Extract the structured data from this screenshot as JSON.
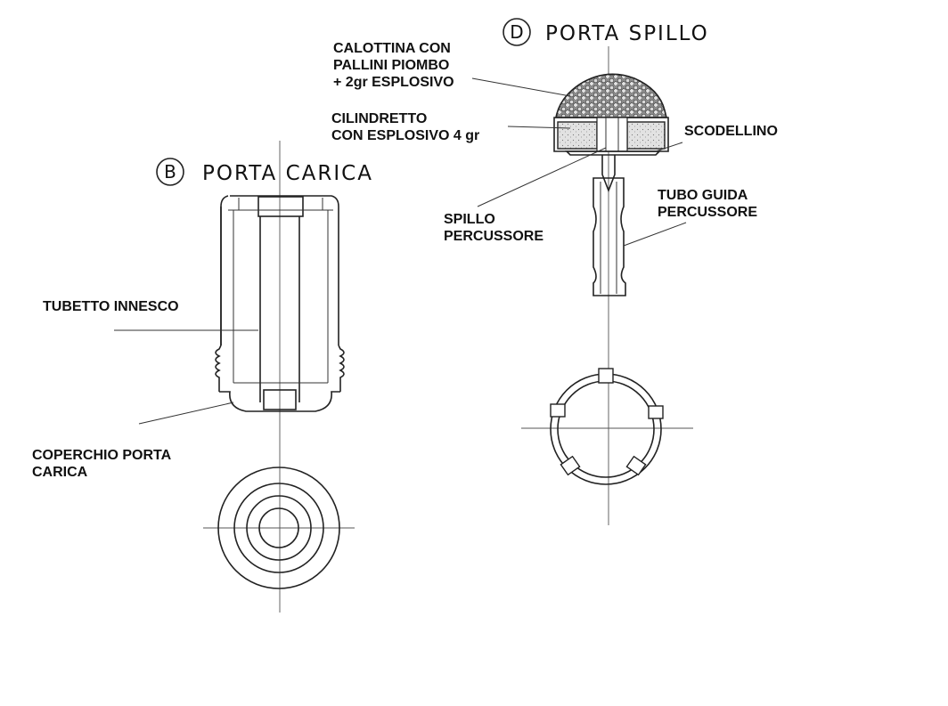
{
  "section_b": {
    "letter": "B",
    "title": "PORTA CARICA"
  },
  "section_d": {
    "letter": "D",
    "title": "PORTA SPILLO"
  },
  "labels": {
    "tubetto_innesco": "TUBETTO INNESCO",
    "coperchio_line1": "COPERCHIO PORTA",
    "coperchio_line2": "CARICA",
    "calottina_line1": "CALOTTINA CON",
    "calottina_line2": "PALLINI PIOMBO",
    "calottina_line3": "+ 2gr ESPLOSIVO",
    "cilindretto_line1": "CILINDRETTO",
    "cilindretto_line2": "CON ESPLOSIVO 4 gr",
    "scodellino": "SCODELLINO",
    "spillo_line1": "SPILLO",
    "spillo_line2": "PERCUSSORE",
    "tubo_line1": "TUBO GUIDA",
    "tubo_line2": "PERCUSSORE"
  },
  "colors": {
    "ink": "#111111",
    "paper": "#ffffff",
    "explosive_fill": "#d9d9d9",
    "pellet_fill": "#9a9a9a"
  }
}
